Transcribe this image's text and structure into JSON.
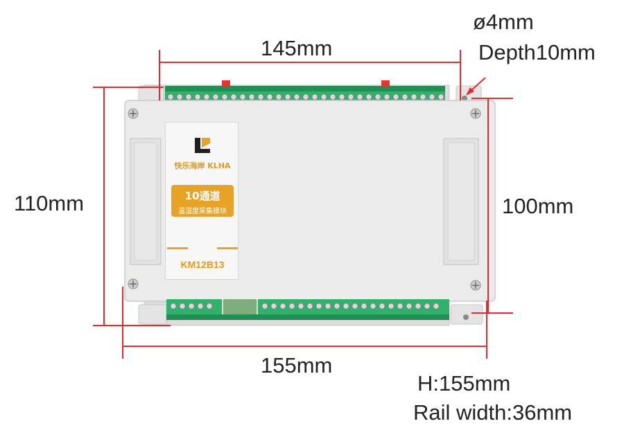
{
  "dimensions": {
    "top_width": "145mm",
    "left_height": "110mm",
    "right_height": "100mm",
    "bottom_width": "155mm"
  },
  "mounting_hole": {
    "diameter": "ø4mm",
    "depth": "Depth10mm"
  },
  "specs": {
    "height": "H:155mm",
    "rail_width": "Rail width:36mm"
  },
  "label": {
    "brand": "快乐海岸 KLHA",
    "title": "10通道",
    "subtitle": "温湿度采集模块",
    "model": "KM12B13"
  },
  "colors": {
    "dimension_line": "#e8262d",
    "label_accent": "#e8a326",
    "terminal_green": "#2fb36b",
    "enclosure": "#e9e9e9"
  },
  "icons": [
    "klha-logo-icon",
    "screw-icon",
    "terminal-block-icon",
    "arrow-icon"
  ]
}
